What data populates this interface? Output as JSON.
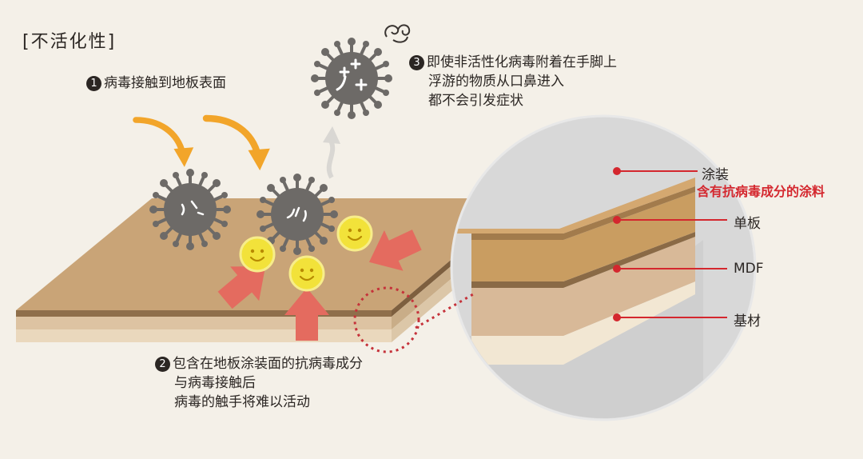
{
  "title": "[不活化性]",
  "steps": [
    {
      "number": "1",
      "lines": [
        "病毒接触到地板表面"
      ]
    },
    {
      "number": "2",
      "lines": [
        "包含在地板涂装面的抗病毒成分",
        "与病毒接触后",
        "病毒的触手将难以活动"
      ]
    },
    {
      "number": "3",
      "lines": [
        "即使非活性化病毒附着在手脚上",
        "浮游的物质从口鼻进入",
        "都不会引发症状"
      ]
    }
  ],
  "layers": {
    "coating": "涂装",
    "coating_note": "含有抗病毒成分的涂料",
    "veneer": "单板",
    "mdf": "MDF",
    "base": "基材"
  },
  "colors": {
    "background": "#f4f0e8",
    "floor_top": "#c9a477",
    "floor_core": "#ddc3a2",
    "floor_base": "#ead8bd",
    "virus": "#6d6a67",
    "smiley": "#f2e23a",
    "arrow_red": "#e46b5f",
    "arrow_orange": "#f2a52a",
    "accent_red": "#d4272e",
    "text": "#2b2623"
  },
  "icons": [
    "virus-icon",
    "smiley-icon",
    "swirl-icon",
    "red-arrow-icon",
    "orange-arrow-icon"
  ]
}
